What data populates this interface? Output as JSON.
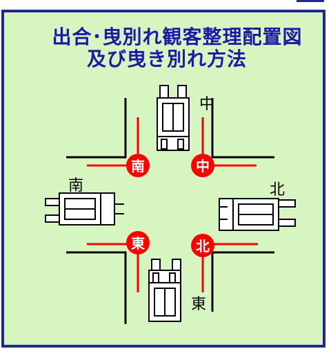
{
  "title": {
    "line1": "出合･曳別れ観客整理配置図",
    "line2": "及び曳き別れ方法"
  },
  "badges": {
    "top_left": "南",
    "top_right": "中",
    "bottom_left": "東",
    "bottom_right": "北"
  },
  "float_labels": {
    "top": "中",
    "left": "南",
    "right": "北",
    "bottom": "東"
  },
  "colors": {
    "background": "#d6f5c0",
    "border": "#1e2a8c",
    "title": "#1a1aa8",
    "badge": "#ff0000",
    "guide_line": "#ff0000",
    "road_line": "#000000"
  }
}
